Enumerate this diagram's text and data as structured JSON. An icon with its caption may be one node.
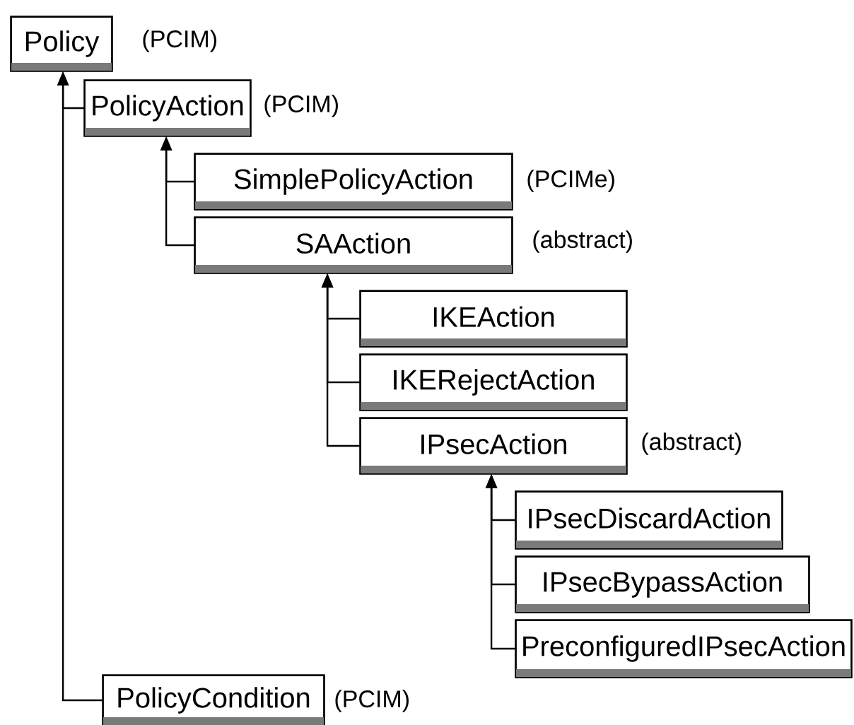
{
  "diagram": {
    "nodes": [
      {
        "text": [
          "Policy"
        ],
        "beside": [
          "(PCIM)"
        ]
      },
      {
        "text": [
          "PolicyAction"
        ],
        "beside": [
          "(PCIM)"
        ]
      },
      {
        "text": [
          "SimplePolicyAction"
        ],
        "beside": [
          "(PCIMe)"
        ]
      },
      {
        "text": [
          "SAAction"
        ],
        "beside": [
          "(abstract)"
        ]
      },
      {
        "text": [
          "IKEAction"
        ]
      },
      {
        "text": [
          "IKERejectAction"
        ]
      },
      {
        "text": [
          "IPsecAction"
        ],
        "beside": [
          "(abstract)"
        ]
      },
      {
        "text": [
          "IPsecDiscardAction"
        ]
      },
      {
        "text": [
          "IPsecBypassAction"
        ]
      },
      {
        "text": [
          "PreconfiguredIPsecAction"
        ]
      },
      {
        "text": [
          "PolicyCondition"
        ],
        "beside": [
          "(PCIM)"
        ]
      }
    ],
    "edges": [
      {
        "from": 1,
        "to": 0,
        "arrow": "to"
      },
      {
        "from": 10,
        "to": 0,
        "arrow": "to"
      },
      {
        "from": 2,
        "to": 1,
        "arrow": "to"
      },
      {
        "from": 3,
        "to": 1,
        "arrow": "to"
      },
      {
        "from": 4,
        "to": 3,
        "arrow": "to"
      },
      {
        "from": 5,
        "to": 3,
        "arrow": "to"
      },
      {
        "from": 6,
        "to": 3,
        "arrow": "to"
      },
      {
        "from": 7,
        "to": 6,
        "arrow": "to"
      },
      {
        "from": 8,
        "to": 6,
        "arrow": "to"
      },
      {
        "from": 9,
        "to": 6,
        "arrow": "to"
      }
    ]
  }
}
